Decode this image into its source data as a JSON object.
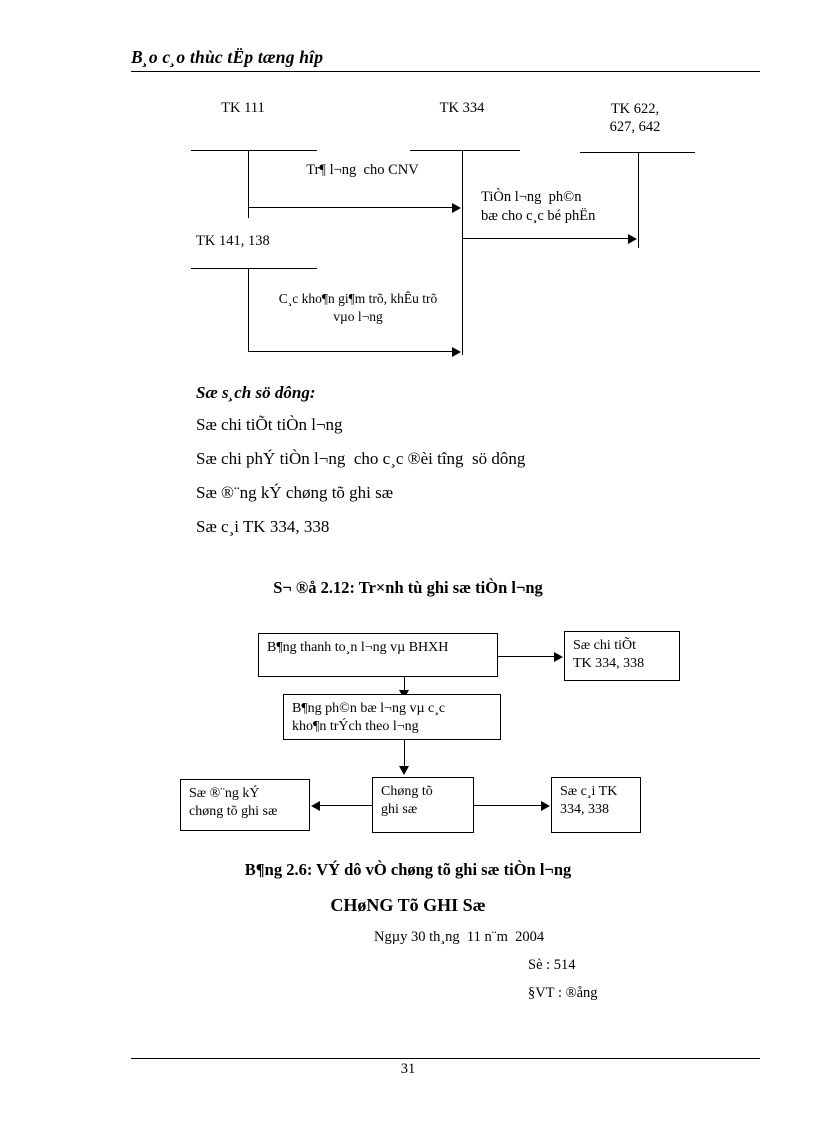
{
  "header": {
    "running_title": "B¸o c¸o thùc tËp tæng hîp"
  },
  "footer": {
    "page_number": "31"
  },
  "t_account_diagram": {
    "accounts": [
      {
        "id": "tk-111",
        "label": "TK 111"
      },
      {
        "id": "tk-334",
        "label": "TK 334"
      },
      {
        "id": "tk-622",
        "label": "TK 622,\n627, 642"
      },
      {
        "id": "tk-141-138",
        "label": "TK 141, 138"
      }
    ],
    "flow_labels": [
      {
        "id": "tra-luong-cnv",
        "text": "Tr¶ l¬ng  cho CNV"
      },
      {
        "id": "tien-luong-phan-bo",
        "text": "TiÒn l¬ng  ph©n\nbæ cho c¸c bé phËn"
      },
      {
        "id": "cac-khoan-giam-tru",
        "text": "C¸c kho¶n gi¶m trõ, khÊu trõ\nvµo l¬ng"
      }
    ]
  },
  "list_block": {
    "title": "Sæ s¸ch sö dông:",
    "items": [
      "Sæ chi tiÕt tiÒn l¬ng",
      "Sæ chi phÝ tiÒn l¬ng  cho c¸c ®èi tîng  sö dông",
      "Sæ ®¨ng kÝ chøng tõ ghi sæ",
      "Sæ c¸i TK 334, 338"
    ]
  },
  "diagram_title": "S¬ ®å 2.12: Tr×nh tù ghi sæ tiÒn l¬ng",
  "flowchart": {
    "boxes": [
      {
        "id": "bang-thanh-toan",
        "text": "B¶ng thanh to¸n l¬ng  vµ BHXH"
      },
      {
        "id": "so-chi-tiet",
        "text": "Sæ chi tiÕt\nTK 334, 338"
      },
      {
        "id": "bang-phan-bo",
        "text": "B¶ng ph©n bæ l¬ng  vµ c¸c\nkho¶n trÝch theo l¬ng"
      },
      {
        "id": "so-dang-ky",
        "text": "Sæ ®¨ng kÝ\nchøng tõ ghi sæ"
      },
      {
        "id": "chung-tu-ghi-so",
        "text": "Chøng tõ\nghi sæ"
      },
      {
        "id": "so-cai",
        "text": "Sæ c¸i TK\n334, 338"
      }
    ]
  },
  "table_caption": "B¶ng 2.6: VÝ dô vÒ chøng tõ ghi sæ tiÒn l¬ng",
  "voucher": {
    "title": "CHøNG Tõ GHI Sæ",
    "date_line": "Ngµy 30 th¸ng  11 n¨m  2004",
    "number_line": "Sè : 514",
    "unit_line": "§VT : ®ång"
  }
}
